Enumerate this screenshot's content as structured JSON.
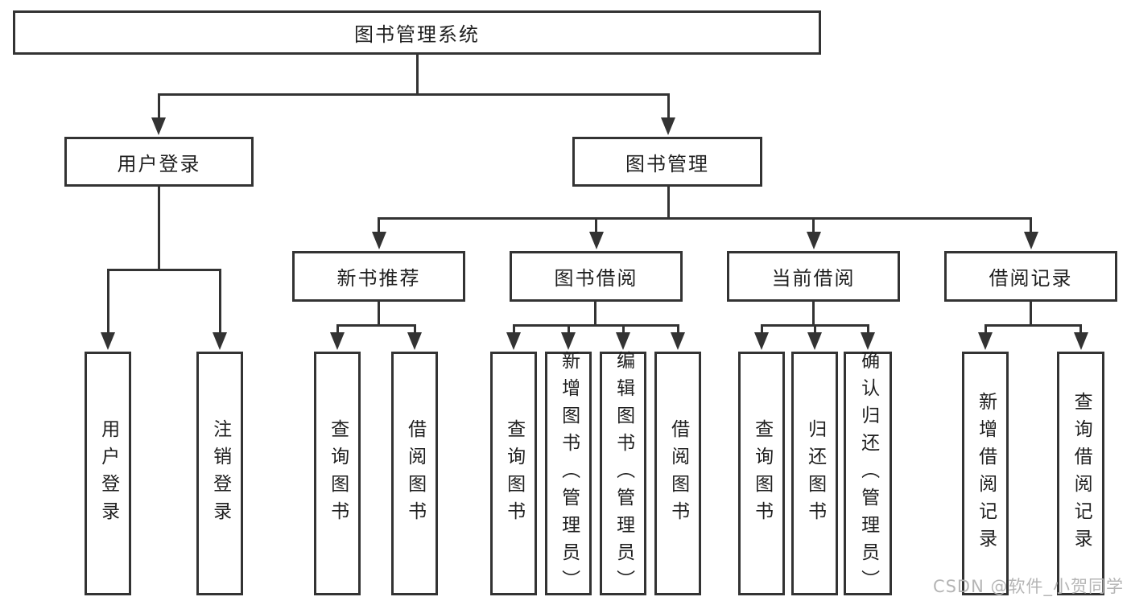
{
  "diagram": {
    "root": {
      "label": "图书管理系统"
    },
    "level2": [
      {
        "label": "用户登录"
      },
      {
        "label": "图书管理"
      }
    ],
    "level3": [
      {
        "label": "新书推荐"
      },
      {
        "label": "图书借阅"
      },
      {
        "label": "当前借阅"
      },
      {
        "label": "借阅记录"
      }
    ],
    "leaves": {
      "user": [
        "用户登录",
        "注销登录"
      ],
      "recommend": [
        "查询图书",
        "借阅图书"
      ],
      "borrow": [
        "查询图书",
        "新增图书（管理员）",
        "编辑图书（管理员）",
        "借阅图书"
      ],
      "current": [
        "查询图书",
        "归还图书",
        "确认归还（管理员）"
      ],
      "records": [
        "新增借阅记录",
        "查询借阅记录"
      ]
    }
  },
  "watermark": {
    "text": "CSDN @软件_小贺同学",
    "color": "#b5b5b5"
  },
  "colors": {
    "line": "#333333",
    "text": "#1f1f1f",
    "box_background": "#ffffff",
    "page_background": "#ffffff"
  }
}
